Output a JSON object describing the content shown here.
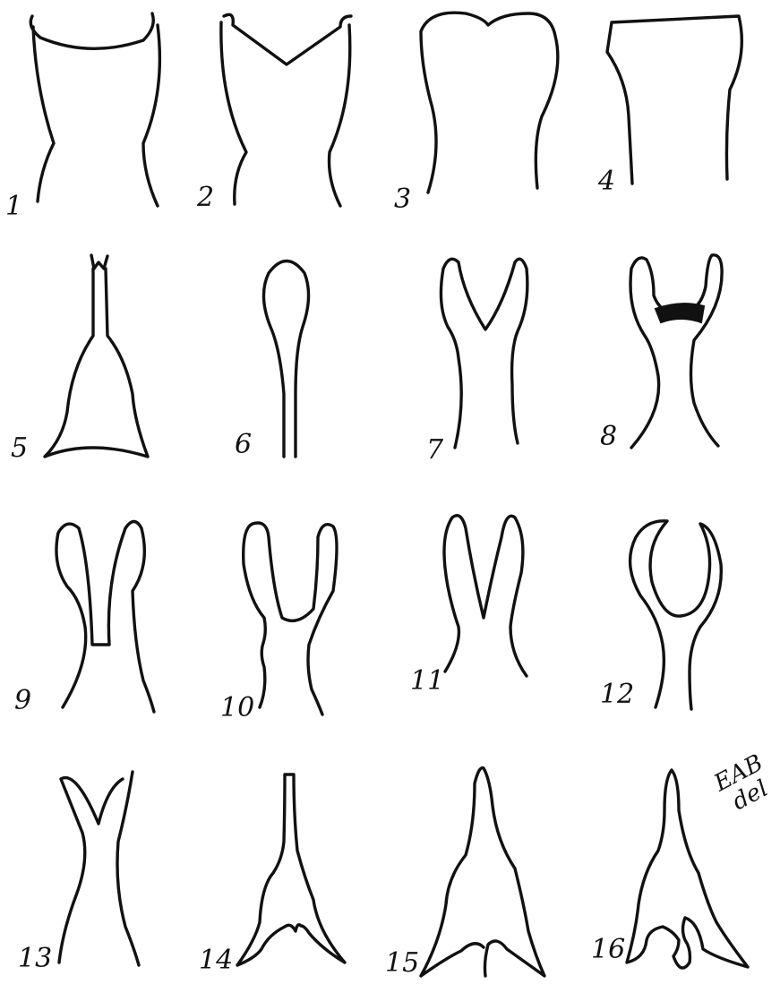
{
  "plate": {
    "figure_numbers": [
      "1",
      "2",
      "3",
      "4",
      "5",
      "6",
      "7",
      "8",
      "9",
      "10",
      "11",
      "12",
      "13",
      "14",
      "15",
      "16"
    ],
    "signature_line1": "EAB",
    "signature_line2": "del"
  },
  "colors": {
    "ink": "#111111",
    "paper": "#ffffff"
  }
}
